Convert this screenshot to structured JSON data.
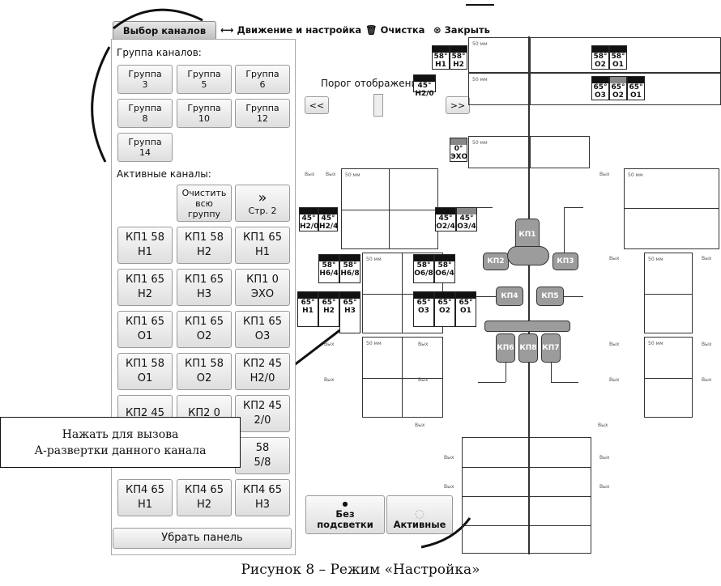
{
  "tabs": [
    {
      "label": "Выбор каналов",
      "icon": "none"
    },
    {
      "label": "Движение и настройка",
      "icon": "double-arrow-icon"
    },
    {
      "label": "Очистка",
      "icon": "trash-icon"
    },
    {
      "label": "Закрыть",
      "icon": "close-circle-icon"
    }
  ],
  "groups_label": "Группа каналов:",
  "groups": [
    {
      "title": "Группа",
      "num": "3"
    },
    {
      "title": "Группа",
      "num": "5"
    },
    {
      "title": "Группа",
      "num": "6"
    },
    {
      "title": "Группа",
      "num": "8"
    },
    {
      "title": "Группа",
      "num": "10"
    },
    {
      "title": "Группа",
      "num": "12"
    },
    {
      "title": "Группа",
      "num": "14"
    }
  ],
  "active_label": "Активные каналы:",
  "clear_group": {
    "line1": "Очистить",
    "line2": "всю",
    "line3": "группу"
  },
  "page_btn": {
    "arrow": "»",
    "label": "Стр. 2"
  },
  "channels": [
    {
      "a": "КП1 58",
      "b": "Н1"
    },
    {
      "a": "КП1 58",
      "b": "Н2"
    },
    {
      "a": "КП1 65",
      "b": "Н1"
    },
    {
      "a": "КП1 65",
      "b": "Н2"
    },
    {
      "a": "КП1 65",
      "b": "Н3"
    },
    {
      "a": "КП1 0",
      "b": "ЭХО"
    },
    {
      "a": "КП1 65",
      "b": "О1"
    },
    {
      "a": "КП1 65",
      "b": "О2"
    },
    {
      "a": "КП1 65",
      "b": "О3"
    },
    {
      "a": "КП1 58",
      "b": "О1"
    },
    {
      "a": "КП1 58",
      "b": "О2"
    },
    {
      "a": "КП2 45",
      "b": "Н2/0"
    },
    {
      "a": "КП2 45",
      "b": ""
    },
    {
      "a": "КП2 0",
      "b": ""
    },
    {
      "a": "КП2 45",
      "b": "2/0"
    },
    {
      "a": "",
      "b": ""
    },
    {
      "a": "",
      "b": ""
    },
    {
      "a": "58",
      "b": "5/8"
    },
    {
      "a": "КП4 65",
      "b": "Н1"
    },
    {
      "a": "КП4 65",
      "b": "Н2"
    },
    {
      "a": "КП4 65",
      "b": "Н3"
    }
  ],
  "remove_panel": "Убрать панель",
  "threshold_label": "Порог отображения",
  "nav_left": "<<",
  "nav_right": ">>",
  "no_highlight": "Без подсветки",
  "active_btn": "Активные",
  "scale_label": "50 мм",
  "small_label": "Вых",
  "cells": {
    "top_left": [
      {
        "a": "58°",
        "b": "Н1"
      },
      {
        "a": "58°",
        "b": "Н2"
      }
    ],
    "top_right": [
      {
        "a": "58°",
        "b": "О2"
      },
      {
        "a": "58°",
        "b": "О1"
      }
    ],
    "mid_right": [
      {
        "a": "65°",
        "b": "О3"
      },
      {
        "a": "65°",
        "b": "О2"
      },
      {
        "a": "65°",
        "b": "О1"
      }
    ],
    "mid_left_top": {
      "a": "45°",
      "b": "Н2/0"
    },
    "echo": {
      "a": "0°",
      "b": "ЭХО"
    },
    "row45_left": [
      {
        "a": "45°",
        "b": "Н2/0"
      },
      {
        "a": "45°",
        "b": "Н2/4"
      }
    ],
    "row45_right": [
      {
        "a": "45°",
        "b": "О2/4"
      },
      {
        "a": "45°",
        "b": "О3/4"
      }
    ],
    "row58_left": [
      {
        "a": "58°",
        "b": "Н6/4"
      },
      {
        "a": "58°",
        "b": "Н6/8"
      }
    ],
    "row58_right": [
      {
        "a": "58°",
        "b": "О6/8"
      },
      {
        "a": "58°",
        "b": "О6/4"
      }
    ],
    "row65_left": [
      {
        "a": "65°",
        "b": "Н1"
      },
      {
        "a": "65°",
        "b": "Н2"
      },
      {
        "a": "65°",
        "b": "Н3"
      }
    ],
    "row65_right": [
      {
        "a": "65°",
        "b": "О3"
      },
      {
        "a": "65°",
        "b": "О2"
      },
      {
        "a": "65°",
        "b": "О1"
      }
    ]
  },
  "kp_labels": {
    "kp1": "КП1",
    "kp2": "КП2",
    "kp3": "КП3",
    "kp4": "КП4",
    "kp5": "КП5",
    "kp6": "КП6",
    "kp8": "КП8",
    "kp7": "КП7"
  },
  "callout": {
    "line1": "Нажать для вызова",
    "line2": "А-развертки данного канала"
  },
  "caption": "Рисунок 8 – Режим «Настройка»"
}
